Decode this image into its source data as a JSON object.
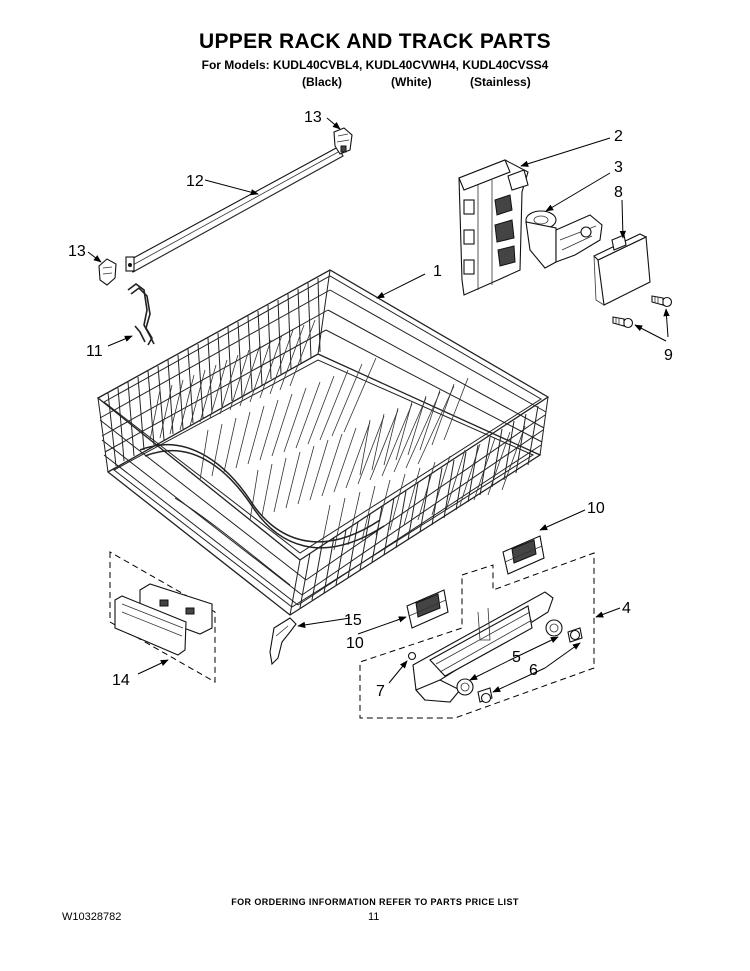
{
  "header": {
    "title": "UPPER RACK AND TRACK PARTS",
    "models": "For Models: KUDL40CVBL4, KUDL40CVWH4, KUDL40CVSS4",
    "variants": [
      "(Black)",
      "(White)",
      "(Stainless)"
    ]
  },
  "callouts": {
    "c1": "1",
    "c2": "2",
    "c3": "3",
    "c4": "4",
    "c5": "5",
    "c6": "6",
    "c7": "7",
    "c8": "8",
    "c9": "9",
    "c10a": "10",
    "c10b": "10",
    "c11": "11",
    "c12": "12",
    "c13a": "13",
    "c13b": "13",
    "c14": "14",
    "c15": "15"
  },
  "footer": {
    "ordering_info": "FOR ORDERING INFORMATION REFER TO PARTS PRICE LIST",
    "document_number": "W10328782",
    "page_number": "11"
  }
}
